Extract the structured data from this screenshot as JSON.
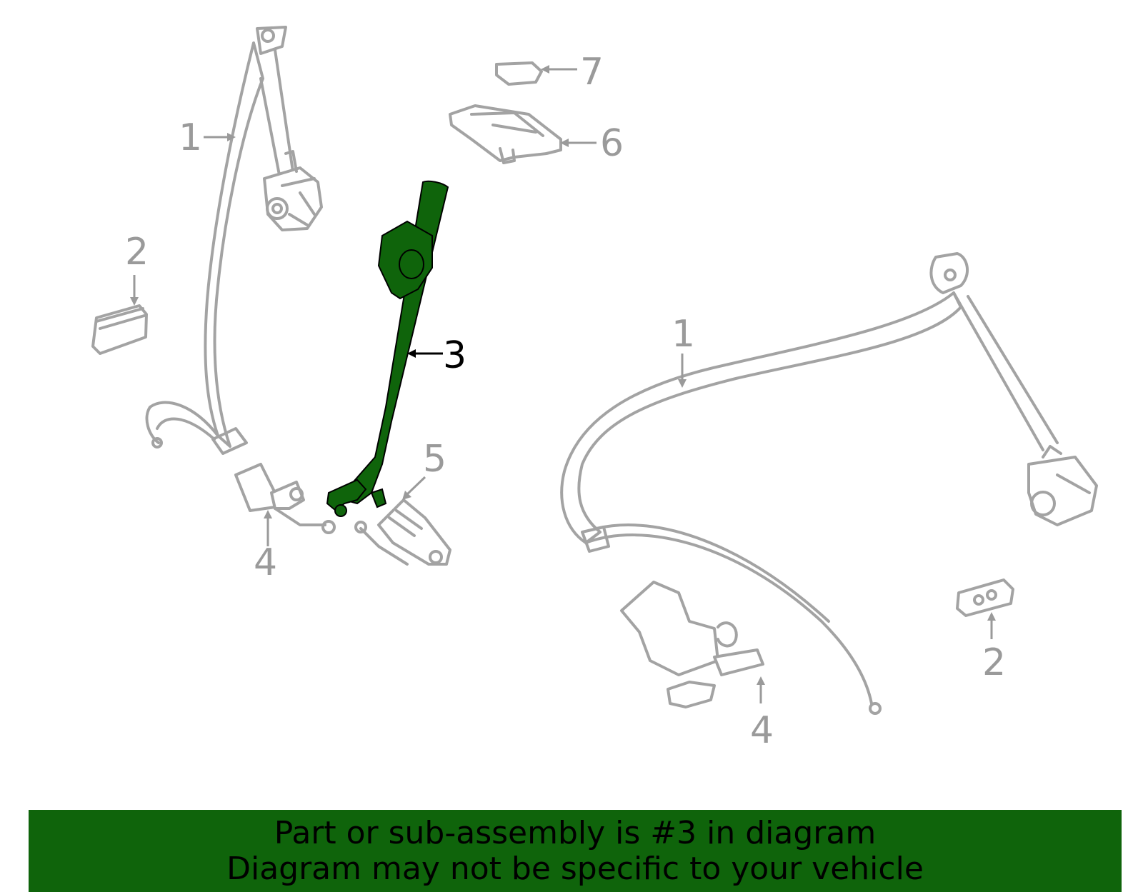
{
  "callouts": {
    "left_belt": "1",
    "right_belt": "1",
    "left_cover": "2",
    "right_cover": "2",
    "highlighted_part": "3",
    "left_buckle": "4",
    "right_buckle": "4",
    "buckle_5": "5",
    "switch_6": "6",
    "cap_7": "7"
  },
  "banner": {
    "line1": "Part or sub-assembly is #3 in diagram",
    "line2": "Diagram may not be specific to your vehicle"
  },
  "colors": {
    "highlight": "#0f640b",
    "line_art": "#a3a3a3",
    "banner_background": "#0f640b"
  }
}
